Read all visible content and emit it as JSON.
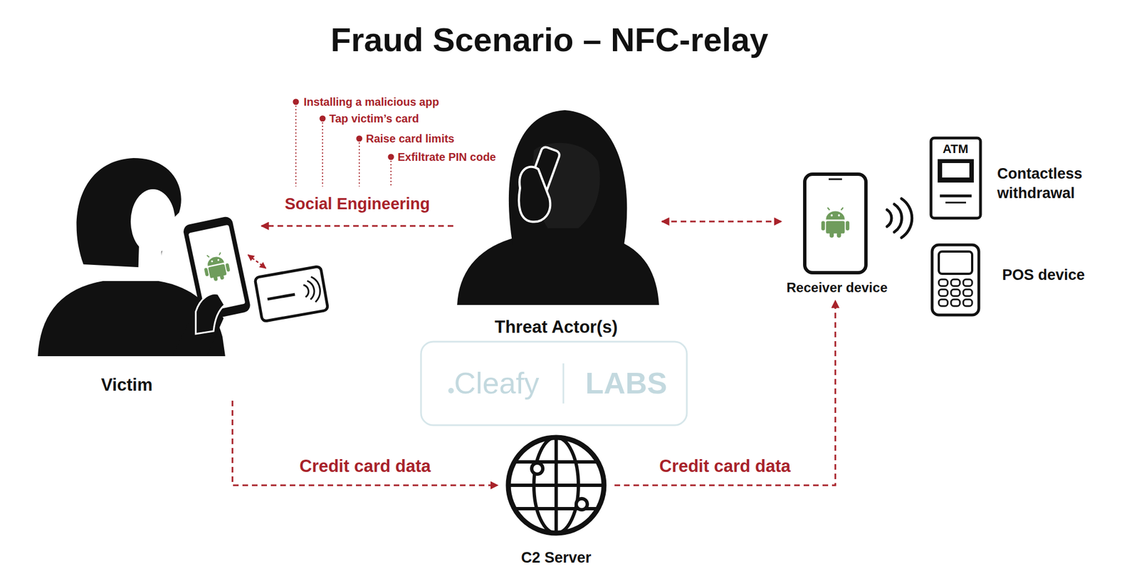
{
  "diagram": {
    "title": "Fraud Scenario – NFC-relay",
    "nodes": [
      {
        "text": [
          "Victim"
        ]
      },
      {
        "text": [
          "Threat Actor(s)"
        ]
      },
      {
        "text": [
          "Receiver device"
        ]
      },
      {
        "text": [
          "ATM",
          "Contactless withdrawal"
        ]
      },
      {
        "text": [
          "POS device"
        ]
      },
      {
        "text": [
          "C2 Server"
        ]
      }
    ],
    "edges": [
      {
        "from": 1,
        "to": 0,
        "label": "Social Engineering",
        "arrow": "to"
      },
      {
        "from": 1,
        "to": 2,
        "arrow": "both"
      },
      {
        "from": 0,
        "to": 5,
        "label": "Credit card data",
        "arrow": "to"
      },
      {
        "from": 5,
        "to": 2,
        "label": "Credit card data",
        "arrow": "to"
      }
    ],
    "labels": [
      "Installing a malicious app",
      "Tap victim’s card",
      "Raise card limits",
      "Exfiltrate PIN code",
      "Cleafy",
      "LABS"
    ]
  }
}
